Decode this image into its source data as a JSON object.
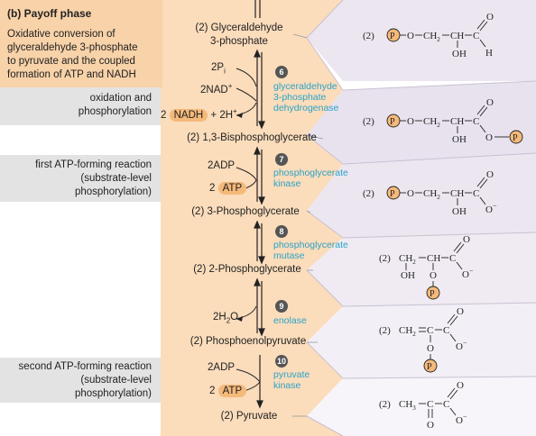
{
  "phase": {
    "title": "(b) Payoff phase",
    "desc_lines": [
      "Oxidative conversion of",
      "glyceraldehyde 3-phosphate",
      "to pyruvate and the coupled",
      "formation of ATP and NADH"
    ]
  },
  "left_labels": {
    "oxidation": [
      "oxidation and",
      "phosphorylation"
    ],
    "first_atp": [
      "first ATP-forming reaction",
      "(substrate-level",
      "phosphorylation)"
    ],
    "second_atp": [
      "second ATP-forming reaction",
      "(substrate-level",
      "phosphorylation)"
    ]
  },
  "compounds": [
    {
      "lines": [
        "(2) Glyceraldehyde",
        "3-phosphate"
      ]
    },
    {
      "lines": [
        "(2) 1,3-Bisphosphoglycerate"
      ]
    },
    {
      "lines": [
        "(2) 3-Phosphoglycerate"
      ]
    },
    {
      "lines": [
        "(2) 2-Phosphoglycerate"
      ]
    },
    {
      "lines": [
        "(2) Phosphoenolpyruvate"
      ]
    },
    {
      "lines": [
        "(2) Pyruvate"
      ]
    }
  ],
  "steps": [
    {
      "num": "6",
      "enzyme": [
        "glyceraldehyde",
        "3-phosphate",
        "dehydrogenase"
      ]
    },
    {
      "num": "7",
      "enzyme": [
        "phosphoglycerate",
        "kinase"
      ]
    },
    {
      "num": "8",
      "enzyme": [
        "phosphoglycerate",
        "mutase"
      ]
    },
    {
      "num": "9",
      "enzyme": [
        "enolase"
      ]
    },
    {
      "num": "10",
      "enzyme": [
        "pyruvate",
        "kinase"
      ]
    }
  ],
  "reagents": {
    "s6_in1": "2P",
    "s6_in1_sub": "i",
    "s6_in2": "2NAD",
    "s6_in2_sup": "+",
    "s6_out_num": "2",
    "s6_out_nadh": "NADH",
    "s6_out_h": "+ 2H",
    "s6_out_h_sup": "+",
    "s7_in": "2ADP",
    "s7_out_num": "2",
    "s7_out_atp": "ATP",
    "s9_out": "2H",
    "s9_out_sub": "2",
    "s9_out_o": "O",
    "s10_in": "2ADP",
    "s10_out_num": "2",
    "s10_out_atp": "ATP"
  },
  "structure_text": {
    "two": "(2)",
    "p": "P",
    "o": "O",
    "ch2": "CH",
    "sub2": "2",
    "ch": "CH",
    "c": "C",
    "oh": "OH",
    "h": "H",
    "ominus": "O",
    "minus": "−",
    "ch3": "CH",
    "sub3": "3"
  },
  "colors": {
    "phase_bg": "#f8d2a8",
    "column_bg": "#fbdcbb",
    "gray_label": "#e3e3e3",
    "structure_bg": "#ece6f0",
    "structure_bg_alt": "#f6f2f8",
    "enzyme": "#2aa3c7",
    "phosphate": "#f5b97a"
  }
}
